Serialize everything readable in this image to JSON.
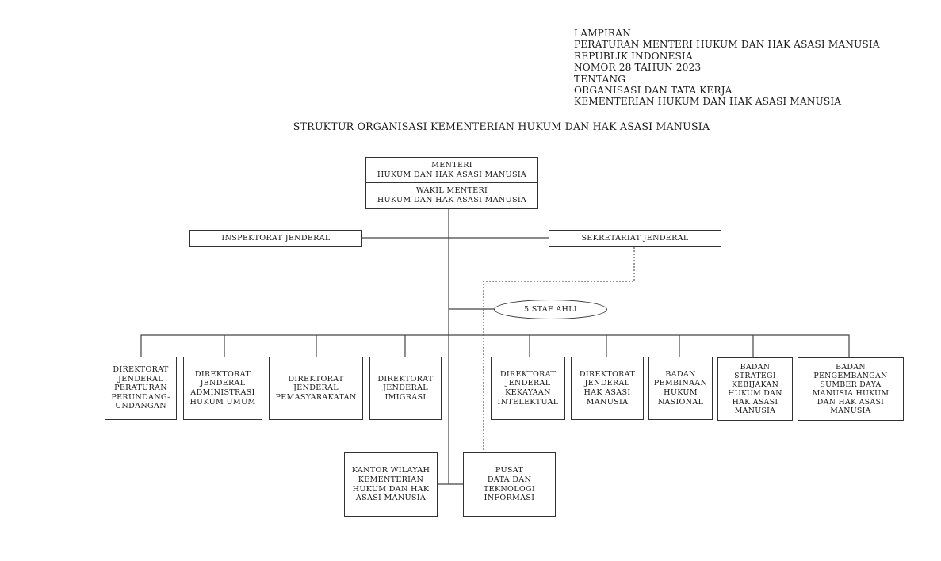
{
  "header": {
    "lines": [
      "LAMPIRAN",
      "PERATURAN MENTERI HUKUM DAN HAK ASASI MANUSIA",
      "REPUBLIK INDONESIA",
      "NOMOR 28 TAHUN 2023",
      "TENTANG",
      "ORGANISASI DAN TATA KERJA",
      "KEMENTERIAN HUKUM DAN HAK ASASI MANUSIA"
    ]
  },
  "title": "STRUKTUR ORGANISASI KEMENTERIAN HUKUM DAN HAK ASASI MANUSIA",
  "top": {
    "menteri": "MENTERI\nHUKUM DAN HAK ASASI MANUSIA",
    "wakil_menteri": "WAKIL MENTERI\nHUKUM DAN HAK ASASI MANUSIA"
  },
  "support": {
    "inspektorat": "INSPEKTORAT JENDERAL",
    "sekretariat": "SEKRETARIAT JENDERAL",
    "staf_ahli": "5 STAF AHLI"
  },
  "units": [
    "DIREKTORAT\nJENDERAL\nPERATURAN\nPERUNDANG-\nUNDANGAN",
    "DIREKTORAT\nJENDERAL\nADMINISTRASI\nHUKUM UMUM",
    "DIREKTORAT\nJENDERAL\nPEMASYARAKATAN",
    "DIREKTORAT\nJENDERAL\nIMIGRASI",
    "DIREKTORAT\nJENDERAL\nKEKAYAAN\nINTELEKTUAL",
    "DIREKTORAT\nJENDERAL\nHAK ASASI\nMANUSIA",
    "BADAN\nPEMBINAAN\nHUKUM\nNASIONAL",
    "BADAN\nSTRATEGI\nKEBIJAKAN\nHUKUM DAN\nHAK ASASI\nMANUSIA",
    "BADAN\nPENGEMBANGAN\nSUMBER DAYA\nMANUSIA HUKUM\nDAN HAK ASASI\nMANUSIA"
  ],
  "bottom": {
    "kantor_wilayah": "KANTOR WILAYAH\nKEMENTERIAN\nHUKUM DAN HAK\nASASI MANUSIA",
    "pusdatin": "PUSAT\nDATA DAN\nTEKNOLOGI\nINFORMASI"
  }
}
